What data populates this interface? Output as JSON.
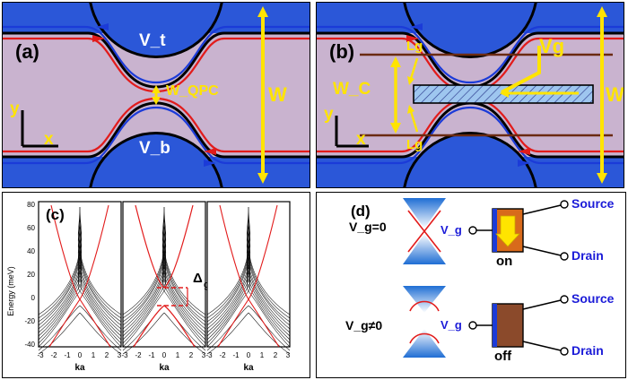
{
  "figure": {
    "panel_a": {
      "tag": "(a)",
      "labels": {
        "v_top": "V_t",
        "v_bottom": "V_b",
        "w_qpc": "W_QPC",
        "w": "W",
        "axis_x": "x",
        "axis_y": "y"
      }
    },
    "panel_b": {
      "tag": "(b)",
      "labels": {
        "lg_top": "Lg",
        "lg_bottom": "Lg",
        "vg": "Vg",
        "wc": "W_C",
        "w": "W",
        "axis_x": "x",
        "axis_y": "y"
      }
    },
    "panel_c": {
      "tag": "(c)",
      "gap_label": "Δ",
      "gap_sub": "g"
    },
    "panel_d": {
      "tag": "(d)",
      "cases": [
        {
          "condition": "V_g=0",
          "state": "on",
          "source": "Source",
          "drain": "Drain",
          "gate": "V_g"
        },
        {
          "condition": "V_g≠0",
          "state": "off",
          "source": "Source",
          "drain": "Drain",
          "gate": "V_g"
        }
      ]
    }
  },
  "chart_data": {
    "type": "line",
    "title": "",
    "xlabel": "ka",
    "ylabel": "Energy (meV)",
    "xlim": [
      -3,
      3
    ],
    "ylim": [
      -40,
      80
    ],
    "xticks": [
      -3,
      -2,
      -1,
      0,
      1,
      2,
      3
    ],
    "yticks": [
      -40,
      -20,
      0,
      20,
      40,
      60,
      80
    ],
    "grid": false,
    "subplots": [
      {
        "name": "left",
        "annotation": "",
        "series": [
          {
            "name": "edge-states",
            "color": "#e21b1b",
            "gapless": true,
            "gap_meV": 0
          },
          {
            "name": "bulk-bands",
            "color": "#000000"
          }
        ]
      },
      {
        "name": "middle",
        "annotation": "Δg",
        "series": [
          {
            "name": "edge-states",
            "color": "#e21b1b",
            "gapless": false,
            "gap_meV": 18
          },
          {
            "name": "bulk-bands",
            "color": "#000000"
          }
        ]
      },
      {
        "name": "right",
        "annotation": "",
        "series": [
          {
            "name": "edge-states",
            "color": "#e21b1b",
            "gapless": true,
            "gap_meV": 0
          },
          {
            "name": "bulk-bands",
            "color": "#000000"
          }
        ]
      }
    ]
  },
  "colors": {
    "bulk_blue": "#2b57d8",
    "well_purple": "#c9b3cf",
    "edge_red": "#e21b1b",
    "edge_blue": "#1b3bd8",
    "arrow_yellow": "#ffe400",
    "gate_brown": "#6b2b12",
    "text_blue": "#1b1bd8",
    "on_orange": "#d86a1b"
  }
}
